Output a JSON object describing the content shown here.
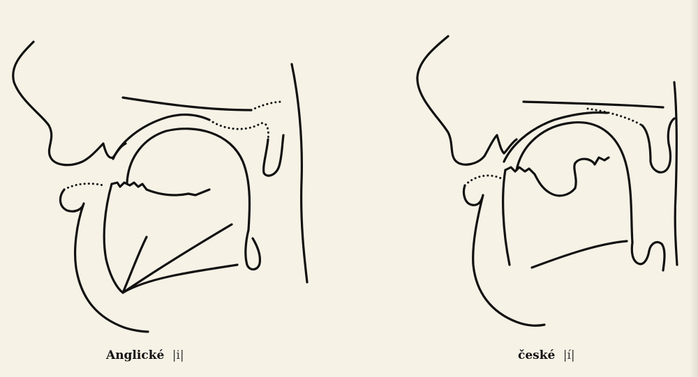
{
  "figure": {
    "captions": [
      {
        "word": "Anglické",
        "phoneme": "|i|"
      },
      {
        "word": "české",
        "phoneme": "|í|"
      }
    ],
    "profiles": [
      {
        "name": "english-i-profile"
      },
      {
        "name": "czech-i-profile"
      }
    ]
  }
}
